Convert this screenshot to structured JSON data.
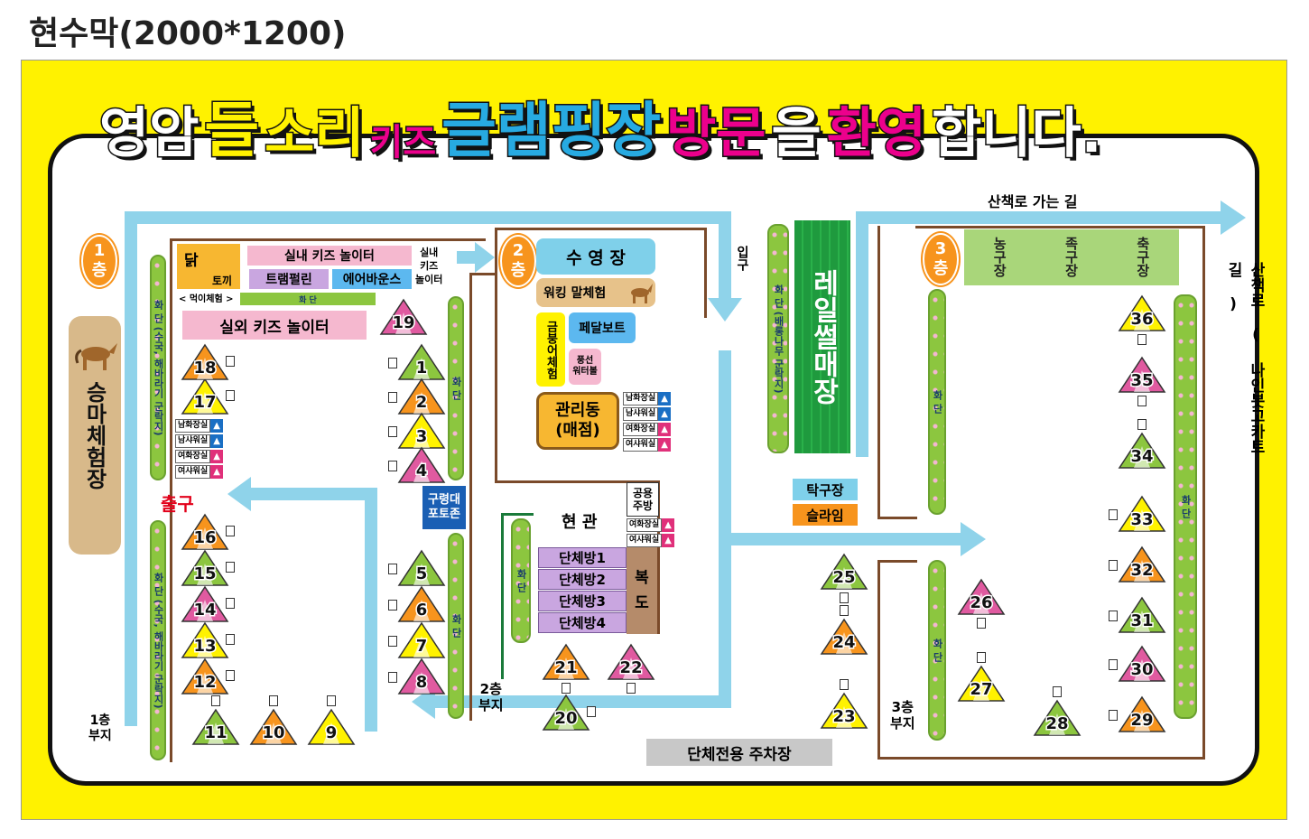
{
  "header_label": "현수막(2000*1200)",
  "banner": [
    {
      "text": "영암",
      "color": "#ffffff",
      "size": "n"
    },
    {
      "text": "들",
      "color": "#fff200",
      "size": "lg"
    },
    {
      "text": "소리",
      "color": "#fff200",
      "size": "n"
    },
    {
      "text": "키즈",
      "color": "#ec008c",
      "size": "sm"
    },
    {
      "text": "글램핑장",
      "color": "#27aae1",
      "size": "lg"
    },
    {
      "text": "방문",
      "color": "#ec008c",
      "size": "n"
    },
    {
      "text": "을",
      "color": "#ffffff",
      "size": "n"
    },
    {
      "text": "환영",
      "color": "#ec008c",
      "size": "n"
    },
    {
      "text": "합니다.",
      "color": "#ffffff",
      "size": "n"
    }
  ],
  "floor1": {
    "badge_num": "1",
    "badge_unit": "층",
    "horse_ride": "승마체험장",
    "chicken": "닭",
    "rabbit": "토끼",
    "feeding": "< 먹이체험 >",
    "indoor_kids": "실내 키즈 놀이터",
    "trampoline": "트램펄린",
    "air_bounce": "에어바운스",
    "indoor_kids_side": "실내\n키즈\n놀이터",
    "flowerbed_small": "화 단",
    "outdoor_kids": "실외 키즈 놀이터",
    "flower_left": "화 단 (수국, 해바라기 군락지)",
    "flower_left2": "화 단 (수국, 해바라기 군락지)",
    "flower_mid": "화 단",
    "flower_mid2": "화 단",
    "exit": "출구",
    "photo_zone": "구령대\n포토존",
    "site_label": "1층\n부지"
  },
  "floor2": {
    "badge_num": "2",
    "badge_unit": "층",
    "pool": "수 영 장",
    "walking_horse": "워킹 말체험",
    "goldfish": "금붕어체험",
    "pedal_boat": "페달보트",
    "balloon": "풍선\n워터볼",
    "mgmt": "관리동\n(매점)",
    "entrance": "현 관",
    "kitchen": "공용\n주방",
    "rooms": [
      "단체방1",
      "단체방2",
      "단체방3",
      "단체방4"
    ],
    "corridor": "복\n도",
    "flower": "화 단",
    "site_label": "2층\n부지",
    "entry_label": "입구"
  },
  "restrooms_1": [
    "남화장실",
    "남샤워실",
    "여화장실",
    "여샤워실"
  ],
  "restrooms_2": [
    "남화장실",
    "남샤워실",
    "여화장실",
    "여샤워실"
  ],
  "restrooms_3": [
    "여화장실",
    "여샤워실"
  ],
  "rail_bike": "레일썰매장",
  "flower_rail": "화 단 (배롱나무 군락지)",
  "table_tennis": "탁구장",
  "slime": "슬라임",
  "parking": "단체전용 주차장",
  "floor3": {
    "badge_num": "3",
    "badge_unit": "층",
    "sports": [
      "농\n구\n장",
      "족\n구\n장",
      "축\n구\n장"
    ],
    "flower1": "화 단",
    "flower2": "화 단",
    "flower3": "화 단",
    "site_label": "3층\n부지"
  },
  "walk_path": "산책로 가는 길",
  "walk_trail": "산책로 ( 나인봇고카트 길 )",
  "tents": [
    {
      "n": "1",
      "c": "#8cc63f"
    },
    {
      "n": "2",
      "c": "#f7941d"
    },
    {
      "n": "3",
      "c": "#fff200"
    },
    {
      "n": "4",
      "c": "#e05aa0"
    },
    {
      "n": "5",
      "c": "#8cc63f"
    },
    {
      "n": "6",
      "c": "#f7941d"
    },
    {
      "n": "7",
      "c": "#fff200"
    },
    {
      "n": "8",
      "c": "#e05aa0"
    },
    {
      "n": "9",
      "c": "#fff200"
    },
    {
      "n": "10",
      "c": "#f7941d"
    },
    {
      "n": "11",
      "c": "#8cc63f"
    },
    {
      "n": "12",
      "c": "#f7941d"
    },
    {
      "n": "13",
      "c": "#fff200"
    },
    {
      "n": "14",
      "c": "#e05aa0"
    },
    {
      "n": "15",
      "c": "#8cc63f"
    },
    {
      "n": "16",
      "c": "#f7941d"
    },
    {
      "n": "17",
      "c": "#fff200"
    },
    {
      "n": "18",
      "c": "#f7941d"
    },
    {
      "n": "19",
      "c": "#e05aa0"
    },
    {
      "n": "20",
      "c": "#8cc63f"
    },
    {
      "n": "21",
      "c": "#f7941d"
    },
    {
      "n": "22",
      "c": "#e05aa0"
    },
    {
      "n": "23",
      "c": "#fff200"
    },
    {
      "n": "24",
      "c": "#f7941d"
    },
    {
      "n": "25",
      "c": "#8cc63f"
    },
    {
      "n": "26",
      "c": "#e05aa0"
    },
    {
      "n": "27",
      "c": "#fff200"
    },
    {
      "n": "28",
      "c": "#8cc63f"
    },
    {
      "n": "29",
      "c": "#f7941d"
    },
    {
      "n": "30",
      "c": "#e05aa0"
    },
    {
      "n": "31",
      "c": "#8cc63f"
    },
    {
      "n": "32",
      "c": "#f7941d"
    },
    {
      "n": "33",
      "c": "#fff200"
    },
    {
      "n": "34",
      "c": "#8cc63f"
    },
    {
      "n": "35",
      "c": "#e05aa0"
    },
    {
      "n": "36",
      "c": "#fff200"
    }
  ]
}
